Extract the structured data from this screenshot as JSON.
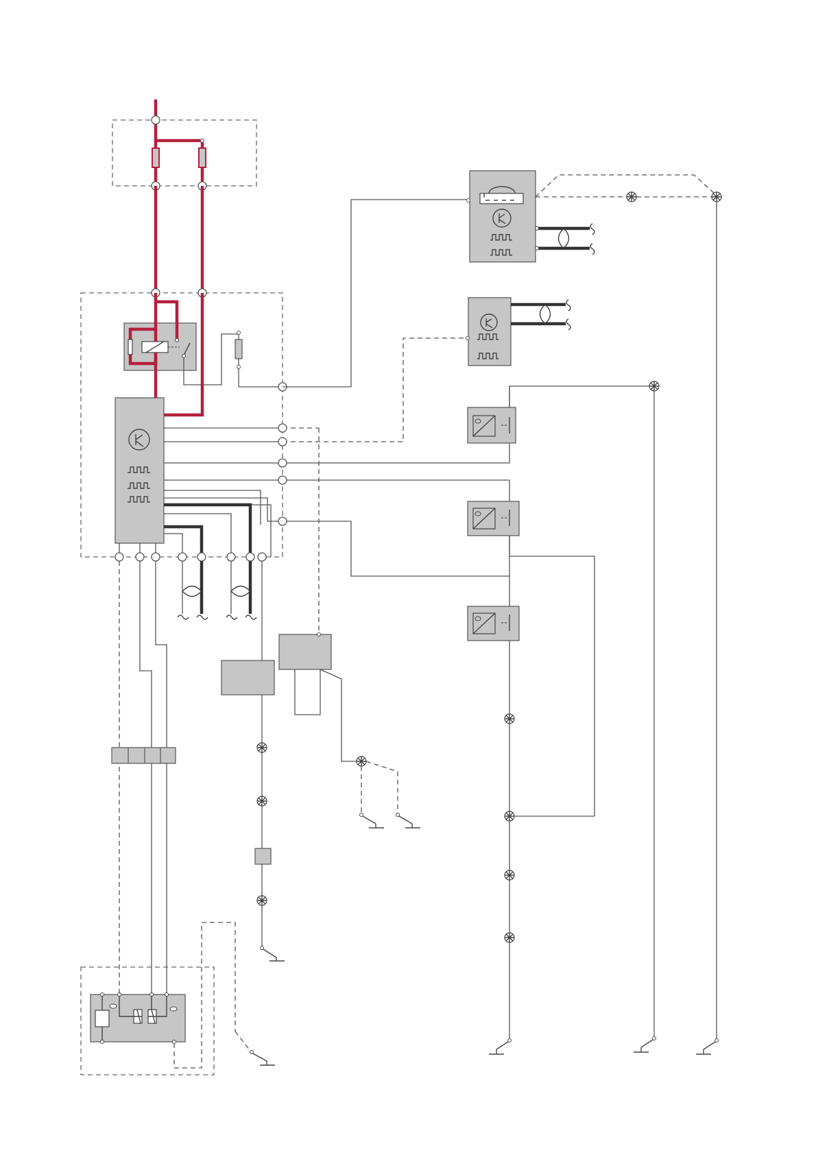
{
  "diagram": {
    "type": "automotive-wiring-schematic",
    "colors": {
      "power_wire": "#b4203c",
      "signal_wire": "#555555",
      "twisted_pair": "#333333",
      "component_fill": "#c6c6c6",
      "enclosure_border": "#666666"
    },
    "icons": [
      "fuse-icon",
      "relay-icon",
      "transistor-icon",
      "square-wave-icon",
      "twisted-pair-icon",
      "light-bar-icon",
      "splice-icon",
      "ground-icon",
      "switch-icon",
      "sensor-icon",
      "motor-icon"
    ],
    "components": [
      "fuse-box",
      "relay-box",
      "main-control-module",
      "light-control-module",
      "control-module-2",
      "sensor-1",
      "sensor-2",
      "sensor-3",
      "component-a",
      "component-b",
      "inline-connector",
      "connector-block",
      "actuator-motor-unit"
    ],
    "text_labels": []
  }
}
